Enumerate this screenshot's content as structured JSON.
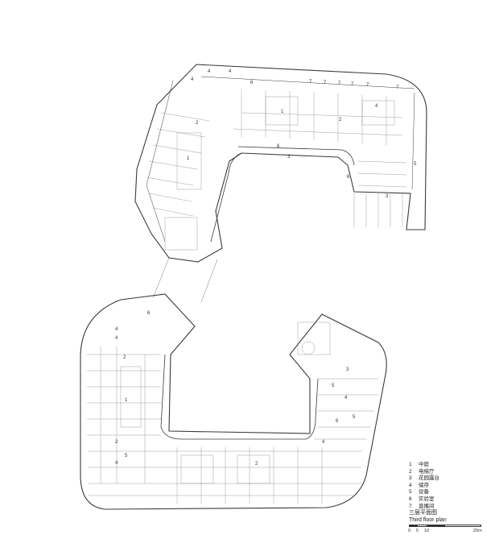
{
  "legend": [
    {
      "num": "1",
      "label": "中庭"
    },
    {
      "num": "2",
      "label": "电梯厅"
    },
    {
      "num": "3",
      "label": "花园露台"
    },
    {
      "num": "4",
      "label": "储存"
    },
    {
      "num": "5",
      "label": "设备"
    },
    {
      "num": "6",
      "label": "实验室"
    },
    {
      "num": "7",
      "label": "直播间"
    }
  ],
  "title_cn": "三层平面图",
  "title_en": "Third floor plan",
  "scale_labels": [
    "0",
    "5",
    "10",
    "20m"
  ],
  "room_numbers": {
    "top_atrium_1": "1",
    "top_atrium_2": "1",
    "top_lift_1": "2",
    "top_lift_2": "2",
    "top_garden_1": "3",
    "top_garden_2": "3",
    "top_storage_1": "4",
    "top_storage_2": "4",
    "top_storage_3": "4",
    "top_storage_4": "4",
    "top_equip_1": "5",
    "top_lab_1": "6",
    "top_lab_2": "6",
    "top_lab_3": "6",
    "top_studio_1": "7",
    "top_studio_2": "7",
    "top_studio_3": "7",
    "top_studio_4": "7",
    "top_studio_5": "7",
    "top_studio_6": "7",
    "bot_atrium_1": "1",
    "bot_lift_1": "2",
    "bot_lift_2": "2",
    "bot_lift_3": "2",
    "bot_garden_1": "3",
    "bot_storage_1": "4",
    "bot_storage_2": "4",
    "bot_storage_3": "4",
    "bot_storage_4": "4",
    "bot_storage_5": "4",
    "bot_equip_1": "5",
    "bot_equip_2": "5",
    "bot_equip_3": "5",
    "bot_lab_1": "6",
    "bot_lab_2": "6"
  }
}
